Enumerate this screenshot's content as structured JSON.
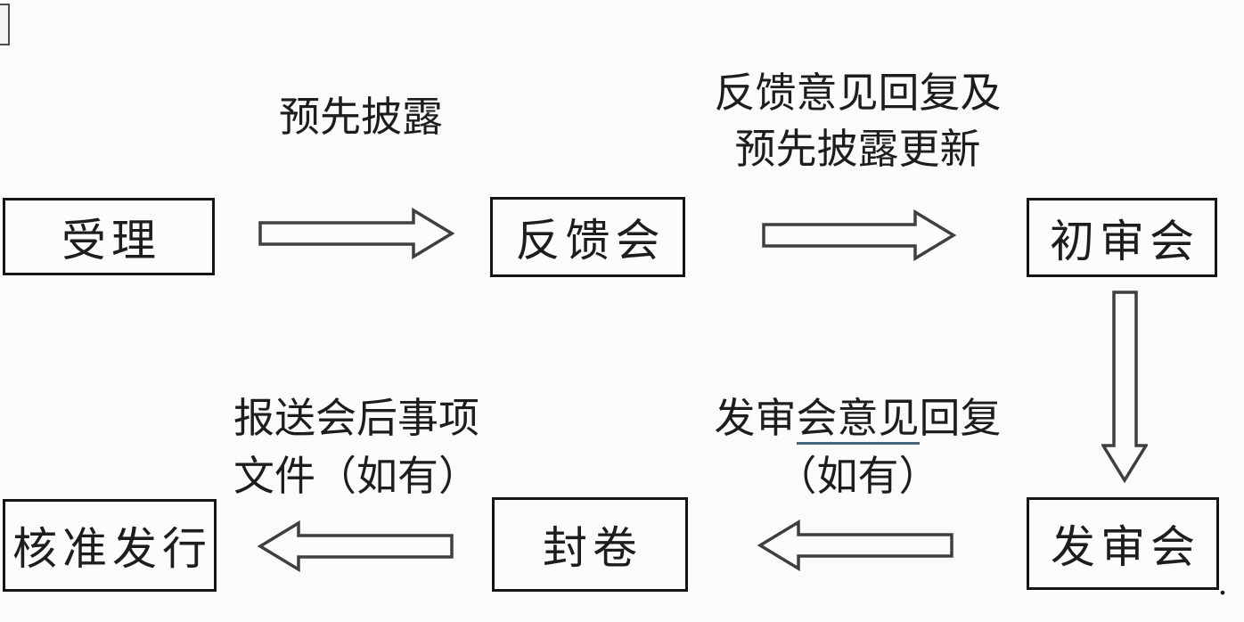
{
  "background": "#fbfbfb",
  "colors": {
    "box_border": "#141414",
    "arrow_outline": "#3f3f3f",
    "arrow_fill": "#fcfcfc",
    "text": "#1d1d1d",
    "underline": "#47657b"
  },
  "nodes": [
    {
      "id": "acceptance",
      "label": "受理"
    },
    {
      "id": "feedback-meeting",
      "label": "反馈会"
    },
    {
      "id": "preliminary-review-meeting",
      "label": "初审会"
    },
    {
      "id": "issuance-review-meeting",
      "label": "发审会"
    },
    {
      "id": "file-sealing",
      "label": "封卷"
    },
    {
      "id": "approval-for-issuance",
      "label": "核准发行"
    }
  ],
  "edge_labels": {
    "pre_disclosure": "预先披露",
    "feedback_reply_line1": "反馈意见回复及",
    "feedback_reply_line2": "预先披露更新",
    "post_meeting_docs_line1": "报送会后事项",
    "post_meeting_docs_line2": "文件（如有）",
    "review_reply_prefix": "发审",
    "review_reply_underlined": "会意见",
    "review_reply_suffix": "回复",
    "review_reply_line2": "（如有）"
  },
  "artifacts": {
    "stray_period": "."
  }
}
